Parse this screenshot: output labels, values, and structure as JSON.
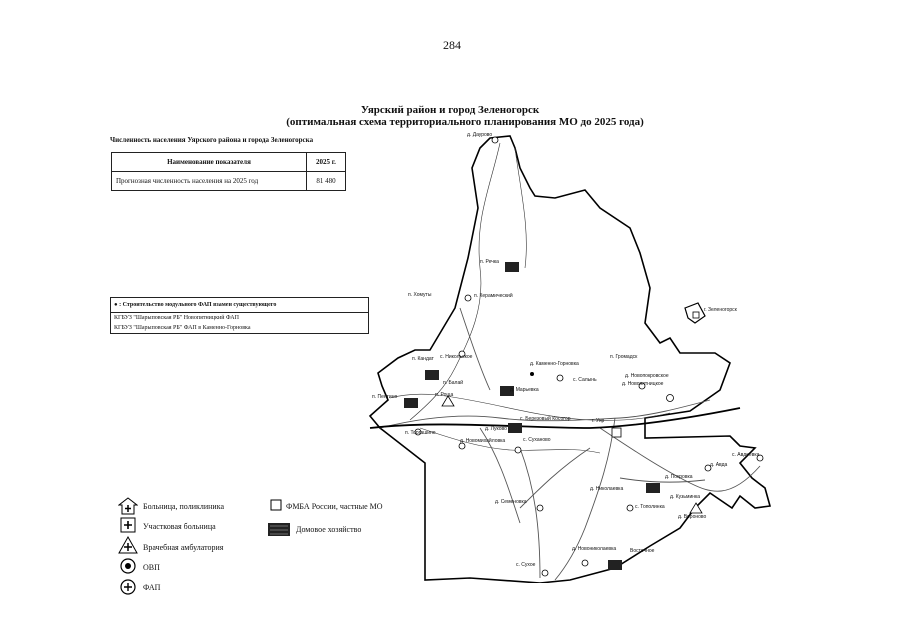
{
  "page_number": "284",
  "title_line1": "Уярский район и город Зеленогорск",
  "title_line2": "(оптимальная схема территориального планирования МО до 2025 года)",
  "population": {
    "caption": "Численность населения Уярского района и города Зеленогорска",
    "header": [
      "Наименование показателя",
      "2025 г."
    ],
    "rows": [
      [
        "Прогнозная численность населения на 2025 год",
        "81 480"
      ]
    ]
  },
  "fap_box": {
    "header": "Строительство модульного ФАП взамен существующего",
    "rows": [
      "КГБУЗ \"Шарыповская РБ\" Новопятницкий ФАП",
      "КГБУЗ \"Шарыповская РБ\" ФАП в Каменно-Горновка"
    ]
  },
  "legend": {
    "hospital": "Больница, поликлиника",
    "district_hospital": "Участковая больница",
    "ambulatory": "Врачебная амбулатория",
    "ovp": "ОВП",
    "fap": "ФАП",
    "fmba": "ФМБА России, частные МО",
    "home": "Домовое хозяйство"
  },
  "places": {
    "daurovo": "д. Даурово",
    "rechka": "п. Речка",
    "kerama": "п. Керамический",
    "zelenogorsk": "г. Зеленогорск",
    "khomut": "п. Хомуты",
    "kamenno": "д. Каменно-Горновка",
    "nikolskoe": "с. Никольское",
    "gromadsk": "п. Громадск",
    "kandat": "п. Кандат",
    "balai": "п. Балай",
    "maryevka": "д. Марьевка",
    "salyanga": "с. Салынь",
    "novopyat": "д. Новопятницкое",
    "novopokr": "д. Новопокровское",
    "pentino": "п. Пентино",
    "roshcha": "п. Роща",
    "berezovy": "с. Березовый Косогор",
    "uyar": "г. Уяр",
    "lukovo": "д. Луково",
    "torgashino": "п. Торгашино",
    "novomikh": "д. Новомихайловка",
    "sukhonosovo": "с. Суханово",
    "aveevka": "с. Авдеевка",
    "avda": "д. Авда",
    "pokrovka": "д. Покровка",
    "nikolaevka": "д. Николаевка",
    "kuzminka": "д. Кузьминка",
    "semyonovo": "д. Семеновка",
    "topolinka": "с. Тополинка",
    "voronovo": "д. Вороново",
    "novonikol": "д. Новониколаевка",
    "vostochnoe": "Восточное",
    "sukhoe": "с. Сухое"
  }
}
